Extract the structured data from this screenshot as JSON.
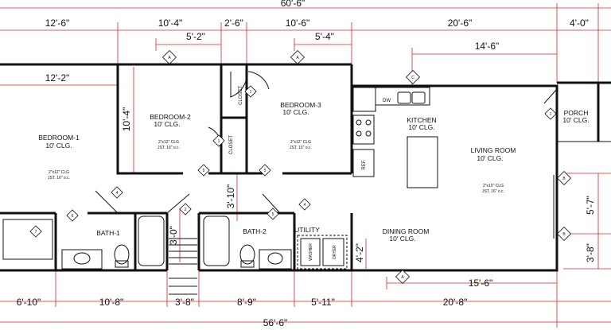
{
  "dimensions": {
    "top_overall": "60'-6\"",
    "bedroom1_width": "12'-6\"",
    "bedroom2_width": "10'-4\"",
    "bedroom2_inner": "5'-2\"",
    "closet_width": "2'-6\"",
    "bedroom3_width": "10'-6\"",
    "bedroom3_inner": "5'-4\"",
    "living_width": "20'-6\"",
    "porch_width": "4'-0\"",
    "kitchen_offset": "14'-6\"",
    "bedroom1_inner": "12'-2\"",
    "bedroom2_depth": "10'-4\"",
    "hall_depth": "3'-10\"",
    "hall_width": "3'-0\"",
    "dining_depth": "4'-2\"",
    "side_upper": "5'-7\"",
    "side_lower": "3'-8\"",
    "dining_offset": "15'-6\"",
    "bottom_a": "6'-10\"",
    "bottom_b": "10'-8\"",
    "bottom_c": "3'-8\"",
    "bottom_d": "8'-9\"",
    "bottom_e": "5'-11\"",
    "bottom_f": "20'-8\"",
    "bottom_overall": "56'-6\""
  },
  "rooms": {
    "bedroom1": {
      "name": "BEDROOM-1",
      "ceiling": "10' CLG."
    },
    "bedroom2": {
      "name": "BEDROOM-2",
      "ceiling": "10' CLG."
    },
    "bedroom3": {
      "name": "BEDROOM-3",
      "ceiling": "10' CLG."
    },
    "kitchen": {
      "name": "KITCHEN",
      "ceiling": "10' CLG."
    },
    "living": {
      "name": "LIVING ROOM",
      "ceiling": "10' CLG."
    },
    "porch": {
      "name": "PORCH",
      "ceiling": "10' CLG."
    },
    "dining": {
      "name": "DINING ROOM",
      "ceiling": "10' CLG."
    },
    "bath1": {
      "name": "BATH-1"
    },
    "bath2": {
      "name": "BATH-2"
    },
    "utility": {
      "name": "UTILITY"
    }
  },
  "labels": {
    "closet": "CLOSET",
    "dw": "DW",
    "ref": "REF.",
    "washer": "WASHER",
    "dryer": "DRYER",
    "joist1": "2\"x12\" CLG",
    "joist2": "JST. 16\" o.c.",
    "joist3": "2\"x10\" CLG"
  },
  "tags": {
    "a": "A",
    "b": "B",
    "c": "C",
    "n1": "1",
    "n2": "2",
    "n4": "4",
    "n5": "5",
    "n6": "6",
    "n7": "7"
  }
}
